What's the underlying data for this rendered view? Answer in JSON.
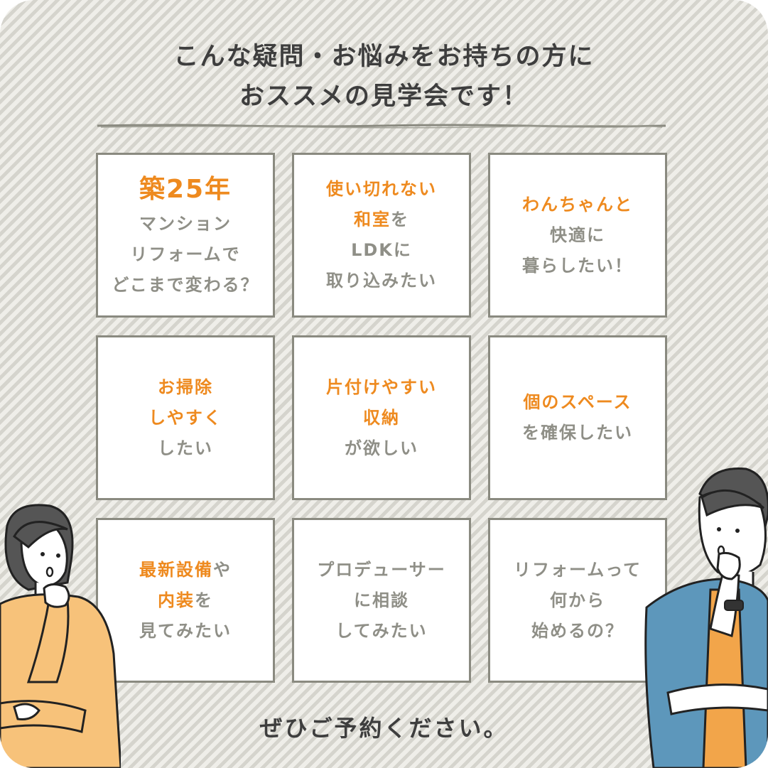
{
  "headline": {
    "line1": "こんな疑問・お悩みをお持ちの方に",
    "line2": "おススメの見学会です！"
  },
  "cards": [
    {
      "id": "card-1",
      "lines": [
        {
          "text": "築25年",
          "style": "hl-big"
        },
        {
          "text": "マンション",
          "style": "nm"
        },
        {
          "text": "リフォームで",
          "style": "nm"
        },
        {
          "text": "どこまで変わる？",
          "style": "nm"
        }
      ]
    },
    {
      "id": "card-2",
      "lines": [
        {
          "text": "使い切れない",
          "style": "hl"
        },
        {
          "segments": [
            {
              "text": "和室",
              "style": "hl"
            },
            {
              "text": "を",
              "style": "nm"
            }
          ]
        },
        {
          "text": "LDKに",
          "style": "nm"
        },
        {
          "text": "取り込みたい",
          "style": "nm"
        }
      ]
    },
    {
      "id": "card-3",
      "lines": [
        {
          "text": "わんちゃんと",
          "style": "hl"
        },
        {
          "text": "快適に",
          "style": "nm"
        },
        {
          "text": "暮らしたい！",
          "style": "nm"
        }
      ]
    },
    {
      "id": "card-4",
      "lines": [
        {
          "text": "お掃除",
          "style": "hl"
        },
        {
          "text": "しやすく",
          "style": "hl"
        },
        {
          "text": "したい",
          "style": "nm"
        }
      ]
    },
    {
      "id": "card-5",
      "lines": [
        {
          "text": "片付けやすい",
          "style": "hl"
        },
        {
          "text": "収納",
          "style": "hl"
        },
        {
          "text": "が欲しい",
          "style": "nm"
        }
      ]
    },
    {
      "id": "card-6",
      "lines": [
        {
          "text": "個のスペース",
          "style": "hl"
        },
        {
          "text": "を確保したい",
          "style": "nm"
        }
      ]
    },
    {
      "id": "card-7",
      "lines": [
        {
          "segments": [
            {
              "text": "最新設備",
              "style": "hl"
            },
            {
              "text": "や",
              "style": "nm"
            }
          ]
        },
        {
          "segments": [
            {
              "text": "内装",
              "style": "hl"
            },
            {
              "text": "を",
              "style": "nm"
            }
          ]
        },
        {
          "text": "見てみたい",
          "style": "nm"
        }
      ]
    },
    {
      "id": "card-8",
      "lines": [
        {
          "text": "プロデューサー",
          "style": "nm"
        },
        {
          "text": "に相談",
          "style": "nm"
        },
        {
          "text": "してみたい",
          "style": "nm"
        }
      ]
    },
    {
      "id": "card-9",
      "lines": [
        {
          "text": "リフォームって",
          "style": "nm"
        },
        {
          "text": "何から",
          "style": "nm"
        },
        {
          "text": "始めるの？",
          "style": "nm"
        }
      ]
    }
  ],
  "closing": "ぜひご予約ください。",
  "colors": {
    "accent": "#ee8a1f",
    "muted_text": "#8f8f87",
    "dark_text": "#3e3e3e",
    "card_border": "#8a8a80",
    "woman_sweater": "#f7c27a",
    "man_shirt": "#5d97bb",
    "man_tshirt": "#f2a54a"
  },
  "illustrations": {
    "left": "thinking-woman-illustration",
    "right": "thinking-man-illustration"
  }
}
